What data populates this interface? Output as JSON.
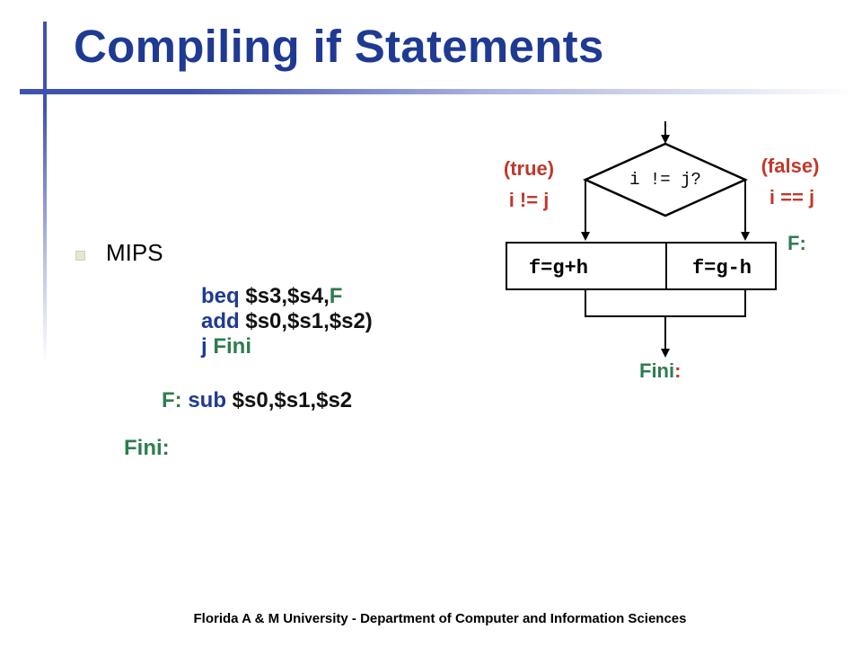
{
  "slide": {
    "title": "Compiling if Statements",
    "bullet": "MIPS",
    "code": {
      "line1": {
        "kw": "beq",
        "ops": " $s3,$s4,",
        "label": "F"
      },
      "line2": {
        "kw": "add",
        "ops": " $s0,$s1,$s2)"
      },
      "line3": {
        "kw": "j",
        "label": " Fini"
      },
      "line4": {
        "label": "F:",
        "kw": " sub",
        "ops": " $s0,$s1,$s2"
      },
      "line5": {
        "label": "Fini:"
      }
    },
    "flowchart": {
      "decision": "i != j?",
      "true_branch": {
        "title": "(true)",
        "cond": "i != j"
      },
      "false_branch": {
        "title": "(false)",
        "cond": "i == j"
      },
      "left_box": "f=g+h",
      "right_box": "f=g-h",
      "f_label": "F:",
      "fini_label": "Fini",
      "fini_colon": ":"
    },
    "footer": "Florida A & M University - Department of Computer and Information Sciences"
  },
  "colors": {
    "title": "#1f3a93",
    "keyword": "#1f3a93",
    "label_green": "#2e7d4f",
    "branch_red": "#c0392b",
    "accent_bar": "#3f51b5"
  }
}
